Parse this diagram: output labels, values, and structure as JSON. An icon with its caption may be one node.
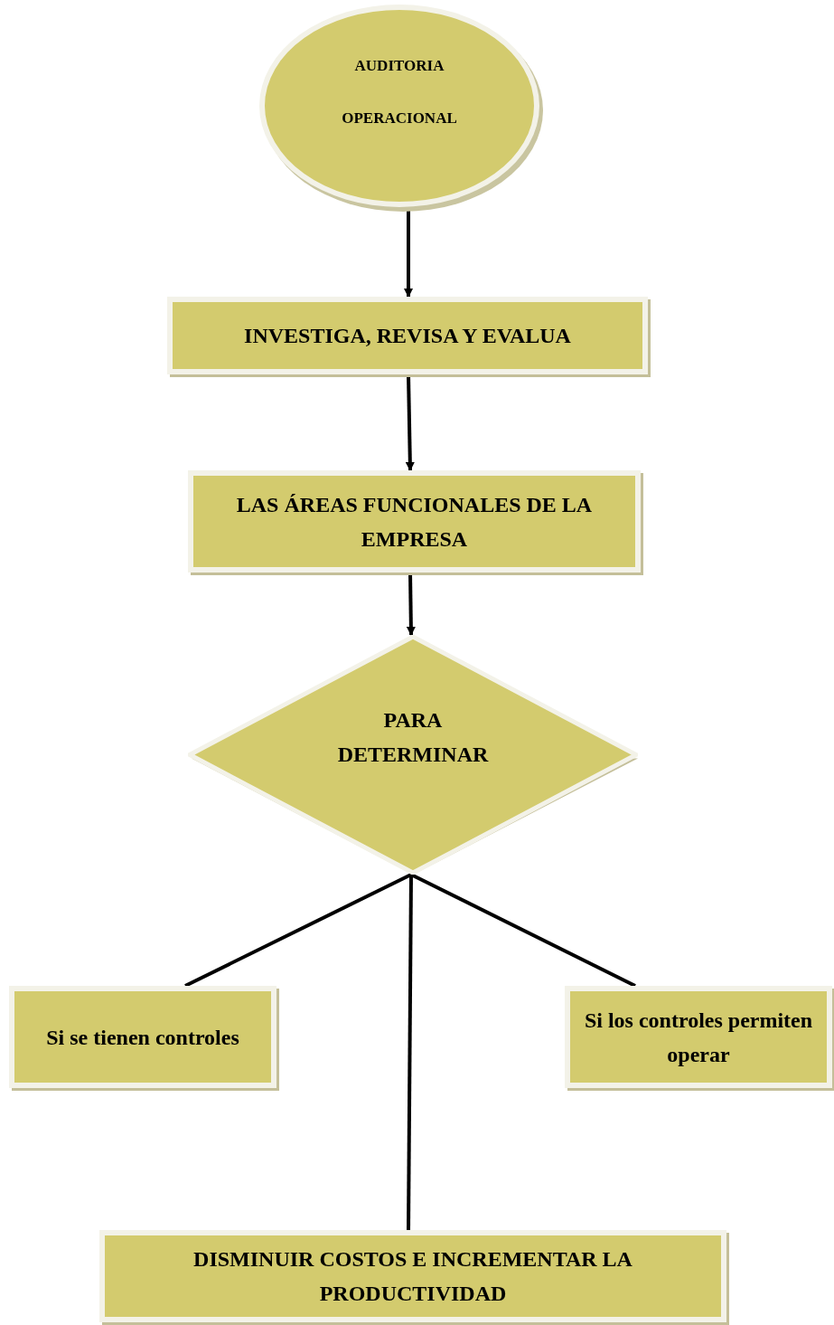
{
  "diagram": {
    "nodes": [
      {
        "text": [
          "AUDITORIA OPERACIONAL"
        ]
      },
      {
        "text": [
          "INVESTIGA, REVISA Y EVALUA"
        ]
      },
      {
        "text": [
          "LAS ÁREAS FUNCIONALES DE LA EMPRESA"
        ]
      },
      {
        "text": [
          "PARA DETERMINAR"
        ]
      },
      {
        "text": [
          "Si se tienen controles"
        ]
      },
      {
        "text": [
          "Si los controles permiten operar"
        ]
      },
      {
        "text": [
          "DISMINUIR COSTOS E INCREMENTAR LA PRODUCTIVIDAD"
        ]
      }
    ],
    "edges": [
      {
        "from": 0,
        "to": 1,
        "arrow": "to"
      },
      {
        "from": 1,
        "to": 2,
        "arrow": "to"
      },
      {
        "from": 2,
        "to": 3,
        "arrow": "to"
      },
      {
        "from": 3,
        "to": 4,
        "arrow": "none"
      },
      {
        "from": 3,
        "to": 6,
        "arrow": "none"
      },
      {
        "from": 3,
        "to": 5,
        "arrow": "none"
      }
    ]
  }
}
